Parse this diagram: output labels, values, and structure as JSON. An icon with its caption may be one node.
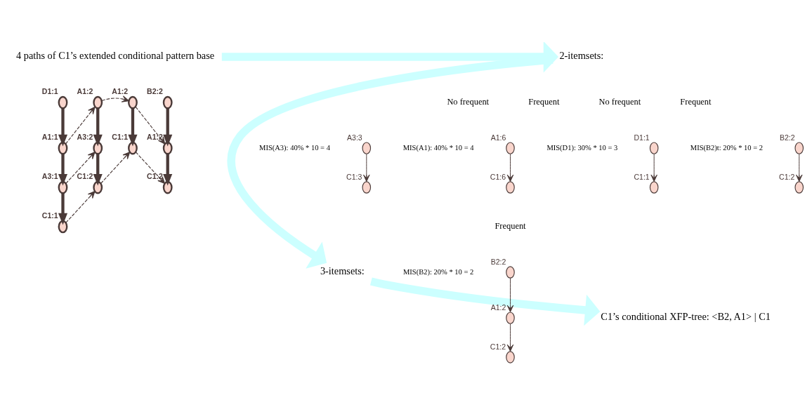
{
  "diagram": {
    "nodes": [
      {
        "text": [
          "4 paths of C1’s extended conditional pattern base"
        ]
      },
      {
        "text": [],
        "shape": "circle",
        "beside": [
          "D1:1"
        ]
      },
      {
        "text": [],
        "shape": "circle",
        "beside": [
          "A1:1"
        ]
      },
      {
        "text": [],
        "shape": "circle",
        "beside": [
          "A3:1"
        ]
      },
      {
        "text": [],
        "shape": "circle",
        "beside": [
          "C1:1"
        ]
      },
      {
        "text": [],
        "shape": "circle",
        "beside": [
          "A1:2"
        ]
      },
      {
        "text": [],
        "shape": "circle",
        "beside": [
          "A3:2"
        ]
      },
      {
        "text": [],
        "shape": "circle",
        "beside": [
          "C1:2"
        ]
      },
      {
        "text": [],
        "shape": "circle",
        "beside": [
          "A1:2"
        ]
      },
      {
        "text": [],
        "shape": "circle",
        "beside": [
          "C1:1"
        ]
      },
      {
        "text": [],
        "shape": "circle",
        "beside": [
          "B2:2"
        ]
      },
      {
        "text": [],
        "shape": "circle",
        "beside": [
          "A1:2"
        ]
      },
      {
        "text": [],
        "shape": "circle",
        "beside": [
          "C1:2"
        ]
      },
      {
        "text": [
          "2-itemsets:"
        ]
      },
      {
        "text": [],
        "shape": "circle",
        "beside": [
          "A3:3"
        ]
      },
      {
        "text": [],
        "shape": "circle",
        "beside": [
          "C1:3"
        ]
      },
      {
        "text": [],
        "shape": "circle",
        "beside": [
          "A1:6"
        ]
      },
      {
        "text": [],
        "shape": "circle",
        "beside": [
          "C1:6"
        ]
      },
      {
        "text": [],
        "shape": "circle",
        "beside": [
          "D1:1"
        ]
      },
      {
        "text": [],
        "shape": "circle",
        "beside": [
          "C1:1"
        ]
      },
      {
        "text": [],
        "shape": "circle",
        "beside": [
          "B2:2"
        ]
      },
      {
        "text": [],
        "shape": "circle",
        "beside": [
          "C1:2"
        ]
      },
      {
        "text": [
          "3-itemsets:"
        ]
      },
      {
        "text": [],
        "shape": "circle",
        "beside": [
          "B2:2"
        ]
      },
      {
        "text": [],
        "shape": "circle",
        "beside": [
          "A1:2"
        ]
      },
      {
        "text": [],
        "shape": "circle",
        "beside": [
          "C1:2"
        ]
      },
      {
        "text": [
          "C1’s conditional XFP-tree: <B2, A1> | C1"
        ]
      }
    ],
    "edges": [
      {
        "from": 1,
        "to": 2,
        "arrow": "to",
        "style": "thick"
      },
      {
        "from": 2,
        "to": 3,
        "arrow": "to",
        "style": "thick"
      },
      {
        "from": 3,
        "to": 4,
        "arrow": "to",
        "style": "thick"
      },
      {
        "from": 5,
        "to": 6,
        "arrow": "to",
        "style": "thick"
      },
      {
        "from": 6,
        "to": 7,
        "arrow": "to",
        "style": "thick"
      },
      {
        "from": 8,
        "to": 9,
        "arrow": "to",
        "style": "thick"
      },
      {
        "from": 10,
        "to": 11,
        "arrow": "to",
        "style": "thick"
      },
      {
        "from": 11,
        "to": 12,
        "arrow": "to",
        "style": "thick"
      },
      {
        "from": 2,
        "to": 5,
        "arrow": "to",
        "style": "dashed"
      },
      {
        "from": 5,
        "to": 8,
        "arrow": "to",
        "style": "dashed"
      },
      {
        "from": 8,
        "to": 11,
        "arrow": "to",
        "style": "dashed"
      },
      {
        "from": 3,
        "to": 6,
        "arrow": "to",
        "style": "dashed"
      },
      {
        "from": 4,
        "to": 7,
        "arrow": "to",
        "style": "dashed"
      },
      {
        "from": 7,
        "to": 9,
        "arrow": "to",
        "style": "dashed"
      },
      {
        "from": 9,
        "to": 12,
        "arrow": "to",
        "style": "dashed"
      },
      {
        "from": 14,
        "to": 15,
        "arrow": "to"
      },
      {
        "from": 16,
        "to": 17,
        "arrow": "to"
      },
      {
        "from": 18,
        "to": 19,
        "arrow": "to"
      },
      {
        "from": 20,
        "to": 21,
        "arrow": "to"
      },
      {
        "from": 23,
        "to": 24,
        "arrow": "to"
      },
      {
        "from": 24,
        "to": 25,
        "arrow": "to"
      },
      {
        "from": 0,
        "to": 13,
        "arrow": "to",
        "style": "thick",
        "color": "#ccffff"
      },
      {
        "from": 13,
        "to": 22,
        "arrow": "to",
        "style": "thick",
        "color": "#ccffff"
      },
      {
        "from": 22,
        "to": 26,
        "arrow": "to",
        "style": "thick",
        "color": "#ccffff"
      }
    ],
    "labels": [
      "No frequent",
      "MIS(A3): 40% * 10 = 4",
      "Frequent",
      "MIS(A1): 40% * 10 = 4",
      "No frequent",
      "MIS(D1): 30% * 10 = 3",
      "Frequent",
      "MIS(B2)t: 20% * 10 = 2",
      "Frequent",
      "MIS(B2): 20% * 10 = 2"
    ]
  }
}
